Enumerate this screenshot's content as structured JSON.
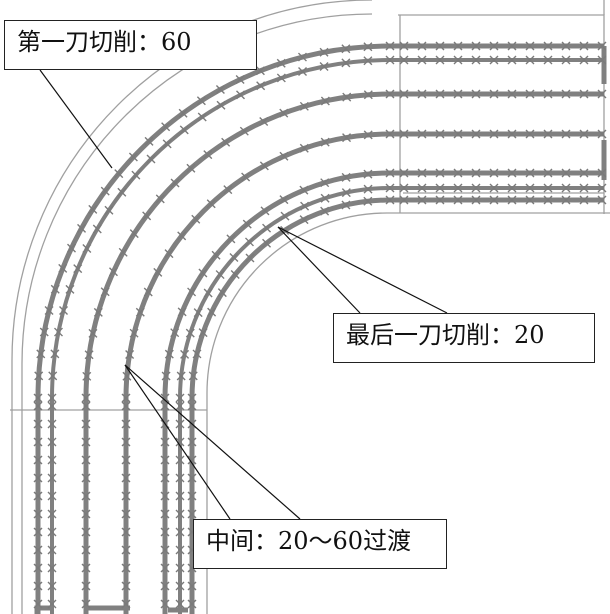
{
  "labels": {
    "first_cut": "第一刀切削：60",
    "last_cut": "最后一刀切削：20",
    "middle": "中间：20～60过渡"
  },
  "colors": {
    "toolpath": "#808080",
    "outline": "#a0a0a0",
    "text": "#111111"
  }
}
